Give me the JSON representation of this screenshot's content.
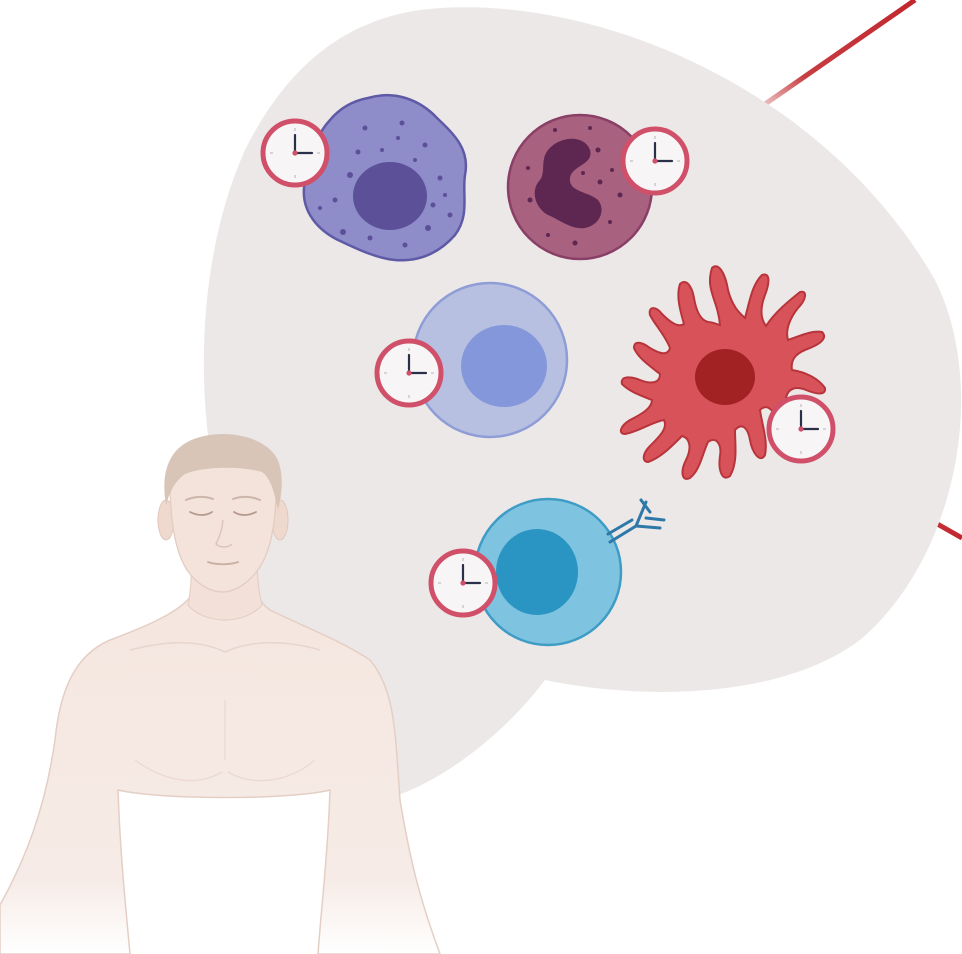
{
  "colors": {
    "background": "#ffffff",
    "bubble": "#ece8e8",
    "pointer_line": "#c1272d",
    "macrophage_body": "#8e8cc9",
    "macrophage_nucleus": "#5c5199",
    "neutrophil_body": "#a8617f",
    "neutrophil_nucleus": "#5e2752",
    "lymphocyte_body": "#b8c0e2",
    "lymphocyte_nucleus": "#8497da",
    "dendritic_body": "#d85359",
    "dendritic_nucleus": "#a22224",
    "bcell_body": "#7ec4e0",
    "bcell_nucleus": "#2a94c3",
    "antibody": "#2e78a8",
    "clock_ring": "#d0506a",
    "clock_face": "#f7f5f6",
    "skin": "#f5e6df",
    "hair": "#d8c5b8"
  },
  "diagram": {
    "cells": [
      {
        "name": "macrophage",
        "icon": "clock-icon"
      },
      {
        "name": "neutrophil",
        "icon": "clock-icon"
      },
      {
        "name": "lymphocyte",
        "icon": "clock-icon"
      },
      {
        "name": "dendritic-cell",
        "icon": "clock-icon"
      },
      {
        "name": "b-cell",
        "icon": "clock-icon"
      }
    ],
    "figure": "human-torso"
  }
}
